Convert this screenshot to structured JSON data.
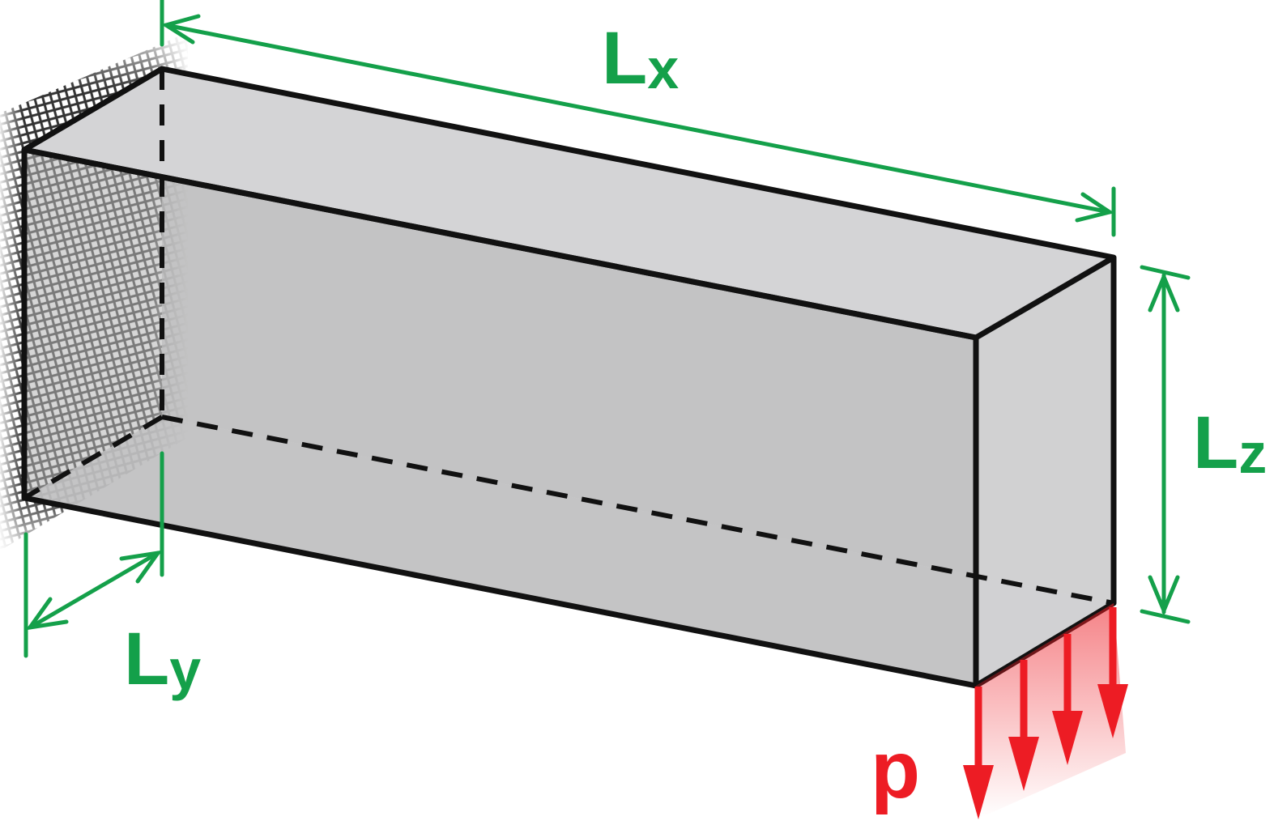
{
  "diagram": {
    "labels": {
      "length_x": {
        "main": "L",
        "sub": "x"
      },
      "length_y": {
        "main": "L",
        "sub": "y"
      },
      "length_z": {
        "main": "L",
        "sub": "z"
      },
      "load": "p"
    },
    "colors": {
      "dimension": "#14a04a",
      "load": "#ed1c24",
      "edge": "#111111",
      "face_light": "#d4d4d6",
      "face_dark": "#b6b6b6"
    }
  }
}
